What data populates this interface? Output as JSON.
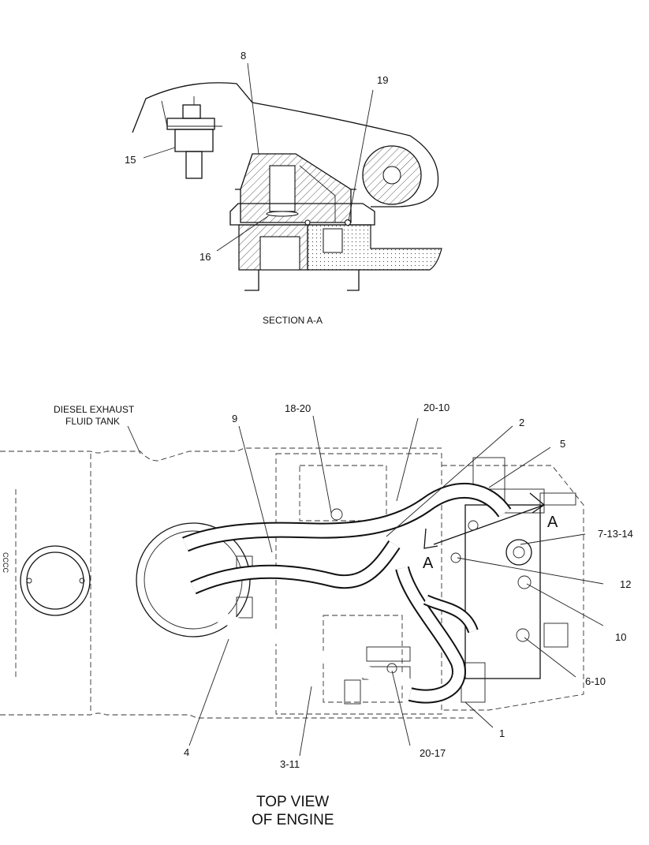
{
  "section": {
    "caption": "SECTION A-A",
    "callouts": {
      "c8": "8",
      "c19": "19",
      "c15": "15",
      "c16": "16"
    }
  },
  "top_view": {
    "tank_label_line1": "DIESEL EXHAUST",
    "tank_label_line2": "FLUID TANK",
    "caption_line1": "TOP VIEW",
    "caption_line2": "OF ENGINE",
    "section_marker": "A",
    "callouts": {
      "c9": "9",
      "c18_20": "18-20",
      "c20_10": "20-10",
      "c2": "2",
      "c5": "5",
      "c7_13_14": "7-13-14",
      "c12": "12",
      "c10": "10",
      "c6_10": "6-10",
      "c1": "1",
      "c20_17": "20-17",
      "c3_11": "3-11",
      "c4": "4"
    }
  }
}
